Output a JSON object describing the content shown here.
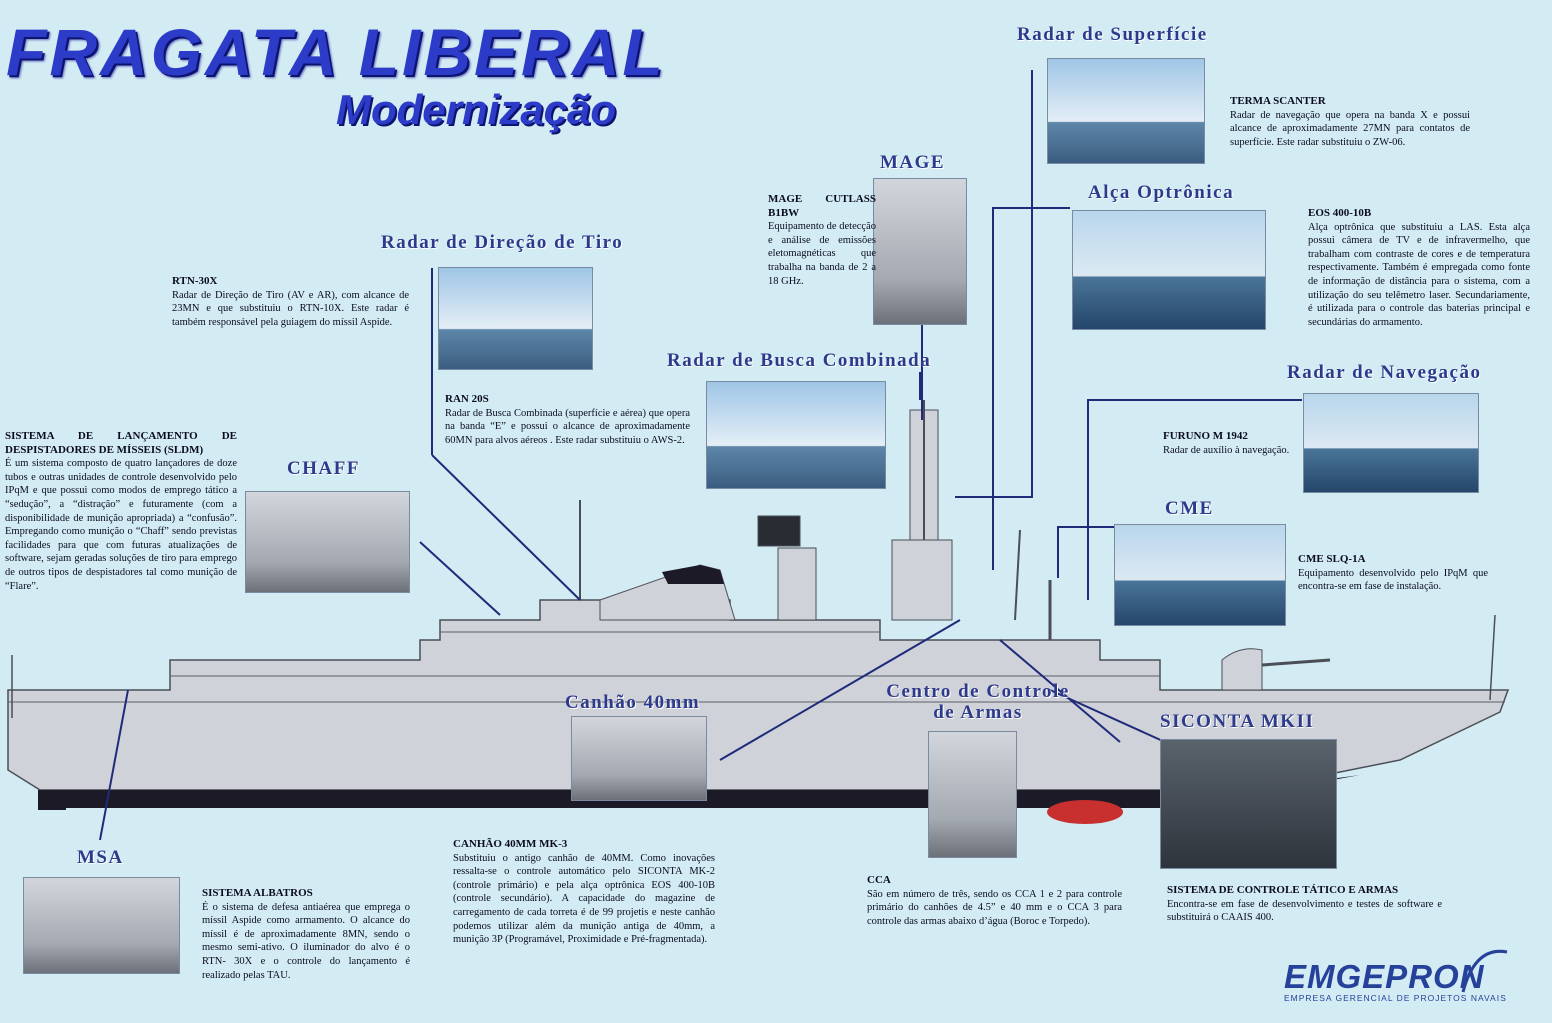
{
  "header": {
    "title": "FRAGATA LIBERAL",
    "subtitle": "Modernização"
  },
  "sections": {
    "radar_superficie": {
      "title": "Radar de Superfície",
      "name": "TERMA SCANTER",
      "text": "Radar de navegação que opera na banda X e possui alcance de aproximadamente 27MN para contatos de superfície. Este radar substituiu o ZW-06."
    },
    "mage": {
      "title": "MAGE",
      "name": "MAGE CUTLASS B1BW",
      "text": "Equipamento de detecção e análise de emissões eletomagnéticas que trabalha na banda de 2 a 18 GHz."
    },
    "alca": {
      "title": "Alça Optrônica",
      "name": "EOS 400-10B",
      "text": "Alça optrônica que substituiu a LAS. Esta alça possui câmera de TV e de infravermelho, que trabalham com contraste de cores e de temperatura respectivamente. Também é empregada como fonte de informação de distância para o sistema, com a utilização do seu telêmetro laser. Secundariamente, é utilizada para o controle das baterias principal e secundárias do armamento."
    },
    "radar_tiro": {
      "title": "Radar de Direção de Tiro",
      "name": "RTN-30X",
      "text": "Radar de Direção de Tiro (AV e AR), com alcance de 23MN e que substituiu o RTN-10X. Este radar é também responsável pela guiagem do míssil Aspide."
    },
    "radar_busca": {
      "title": "Radar de Busca Combinada",
      "name": "RAN 20S",
      "text": "Radar de Busca Combinada (superfície e aérea) que opera na banda “E” e possui o alcance de aproximadamente 60MN para alvos aéreos . Este radar substituiu o AWS-2."
    },
    "radar_nav": {
      "title": "Radar de Navegação",
      "name": "FURUNO M 1942",
      "text": "Radar de auxílio à navegação."
    },
    "sldm": {
      "name": "SISTEMA DE LANÇAMENTO DE DESPISTADORES DE MÍSSEIS (SLDM)",
      "text": "É um sistema composto de quatro lançadores de doze tubos e outras unidades de controle desenvolvido pelo IPqM e que possui como modos de emprego tático a “sedução”, a “distração” e futuramente (com a disponibilidade de munição apropriada) a “confusão”. Empregando como munição o “Chaff” sendo previstas facilidades para que com futuras atualizações de software, sejam geradas soluções de tiro para emprego de outros tipos de despistadores tal como munição de “Flare”."
    },
    "chaff": {
      "title": "CHAFF"
    },
    "cme": {
      "title": "CME",
      "name": "CME SLQ-1A",
      "text": "Equipamento desenvolvido pelo IPqM que encontra-se em fase de instalação."
    },
    "canhao": {
      "title": "Canhão 40mm",
      "name": "CANHÃO 40MM MK-3",
      "text": "Substituiu o antigo canhão de 40MM. Como inovações ressalta-se o controle automático pelo SICONTA MK-2 (controle primário) e pela alça optrônica EOS 400-10B (controle secundário). A capacidade do magazine de carregamento de cada torreta é de 99 projetis e neste canhão podemos utilizar além da munição antiga de 40mm, a munição 3P (Programável, Proximidade e Pré-fragmentada)."
    },
    "cca": {
      "title": "Centro de Controle de Armas",
      "name": "CCA",
      "text": "São em número de três, sendo os CCA 1 e 2 para controle primário do canhões de 4.5” e 40 mm e o CCA 3 para controle das armas abaixo d’água (Boroc e Torpedo)."
    },
    "siconta": {
      "title": "SICONTA MKII",
      "name": "SISTEMA DE CONTROLE TÁTICO E ARMAS",
      "text": "Encontra-se em fase de desenvolvimento e testes de software e substituirá o CAAIS 400."
    },
    "msa": {
      "title": "MSA",
      "name": "SISTEMA ALBATROS",
      "text": "É o sistema de defesa antiaérea que emprega o míssil Aspide como armamento. O alcance do míssil é de aproximadamente 8MN, sendo o mesmo semi-ativo. O iluminador do alvo é o RTN- 30X e o controle do lançamento é realizado pelas TAU."
    }
  },
  "logo": {
    "name": "EMGEPRON",
    "tagline": "EMPRESA GERENCIAL DE PROJETOS NAVAIS"
  },
  "colors": {
    "background": "#d3ecf4",
    "title": "#2c3cc8",
    "section_title": "#2d3a8c",
    "hull": "#cfd2d8",
    "waterline": "#1d1a28"
  }
}
